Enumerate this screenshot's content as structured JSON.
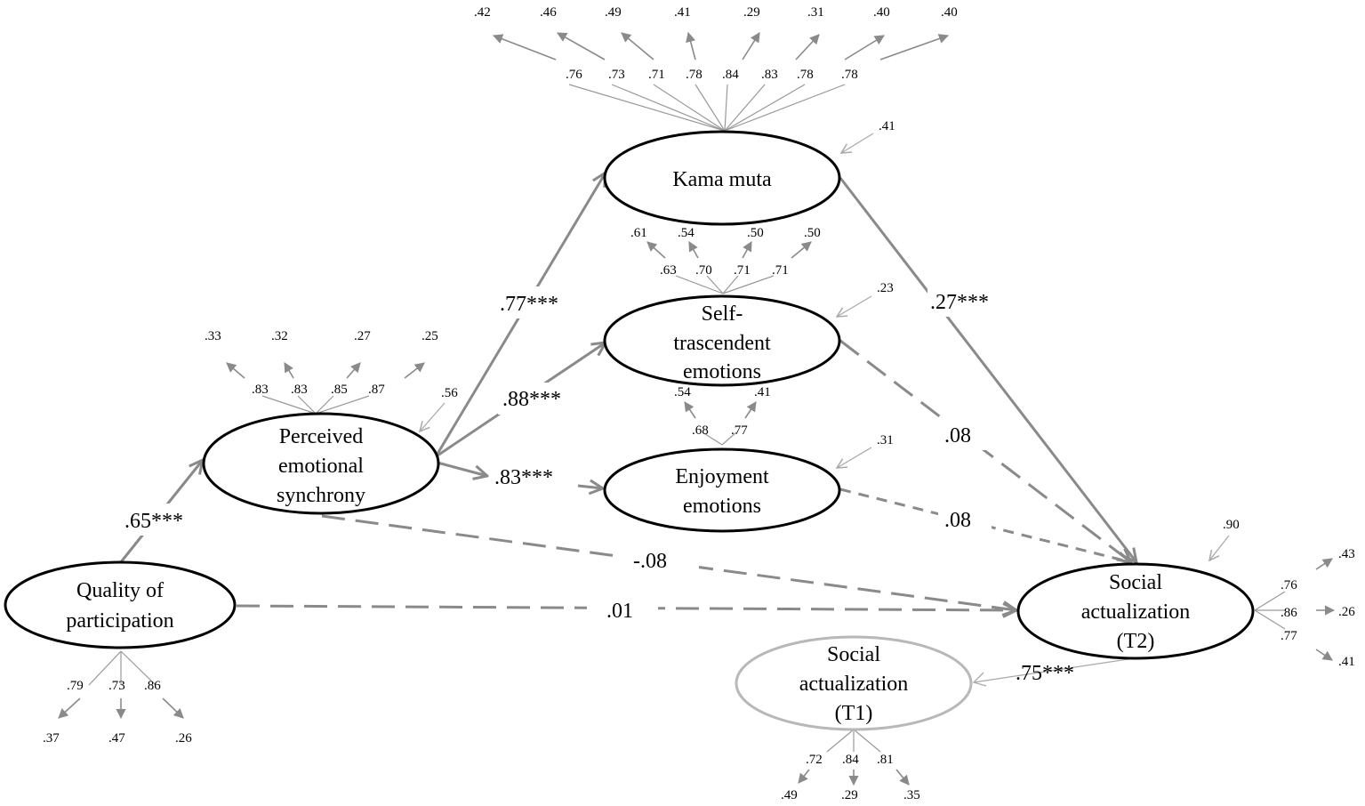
{
  "nodes": {
    "quality": {
      "lines": [
        "Quality of",
        "participation"
      ]
    },
    "perceived": {
      "lines": [
        "Perceived",
        "emotional",
        "synchrony"
      ]
    },
    "kama": {
      "lines": [
        "Kama muta"
      ]
    },
    "self": {
      "lines": [
        "Self-",
        "trascendent",
        "emotions"
      ]
    },
    "enjoy": {
      "lines": [
        "Enjoyment",
        "emotions"
      ]
    },
    "sat2": {
      "lines": [
        "Social",
        "actualization",
        "(T2)"
      ]
    },
    "sat1": {
      "lines": [
        "Social",
        "actualization",
        "(T1)"
      ]
    }
  },
  "paths": {
    "quality_perceived": ".65***",
    "perceived_kama": ".77***",
    "perceived_self": ".88***",
    "perceived_enjoy": ".83***",
    "kama_sat2": ".27***",
    "self_sat2": ".08",
    "enjoy_sat2": ".08",
    "perceived_sat2": "-.08",
    "quality_sat2": ".01",
    "sat1_sat2": ".75***"
  },
  "residuals": {
    "kama": ".41",
    "self": ".23",
    "enjoy": ".31",
    "perceived": ".56",
    "sat2": ".90"
  },
  "indicators": {
    "kama": {
      "loadings": [
        ".76",
        ".73",
        ".71",
        ".78",
        ".84",
        ".83",
        ".78",
        ".78"
      ],
      "errors": [
        ".42",
        ".46",
        ".49",
        ".41",
        ".29",
        ".31",
        ".40",
        ".40"
      ]
    },
    "self": {
      "loadings": [
        ".63",
        ".70",
        ".71",
        ".71"
      ],
      "errors": [
        ".61",
        ".54",
        ".50",
        ".50"
      ]
    },
    "enjoy": {
      "loadings": [
        ".68",
        ".77"
      ],
      "errors": [
        ".54",
        ".41"
      ]
    },
    "perceived": {
      "loadings": [
        ".83",
        ".83",
        ".85",
        ".87"
      ],
      "errors": [
        ".33",
        ".32",
        ".27",
        ".25"
      ]
    },
    "quality": {
      "loadings": [
        ".79",
        ".73",
        ".86"
      ],
      "errors": [
        ".37",
        ".47",
        ".26"
      ]
    },
    "sat1": {
      "loadings": [
        ".72",
        ".84",
        ".81"
      ],
      "errors": [
        ".49",
        ".29",
        ".35"
      ]
    },
    "sat2": {
      "loadings": [
        ".76",
        ".86",
        ".77"
      ],
      "errors": [
        ".43",
        ".26",
        ".41"
      ]
    }
  }
}
